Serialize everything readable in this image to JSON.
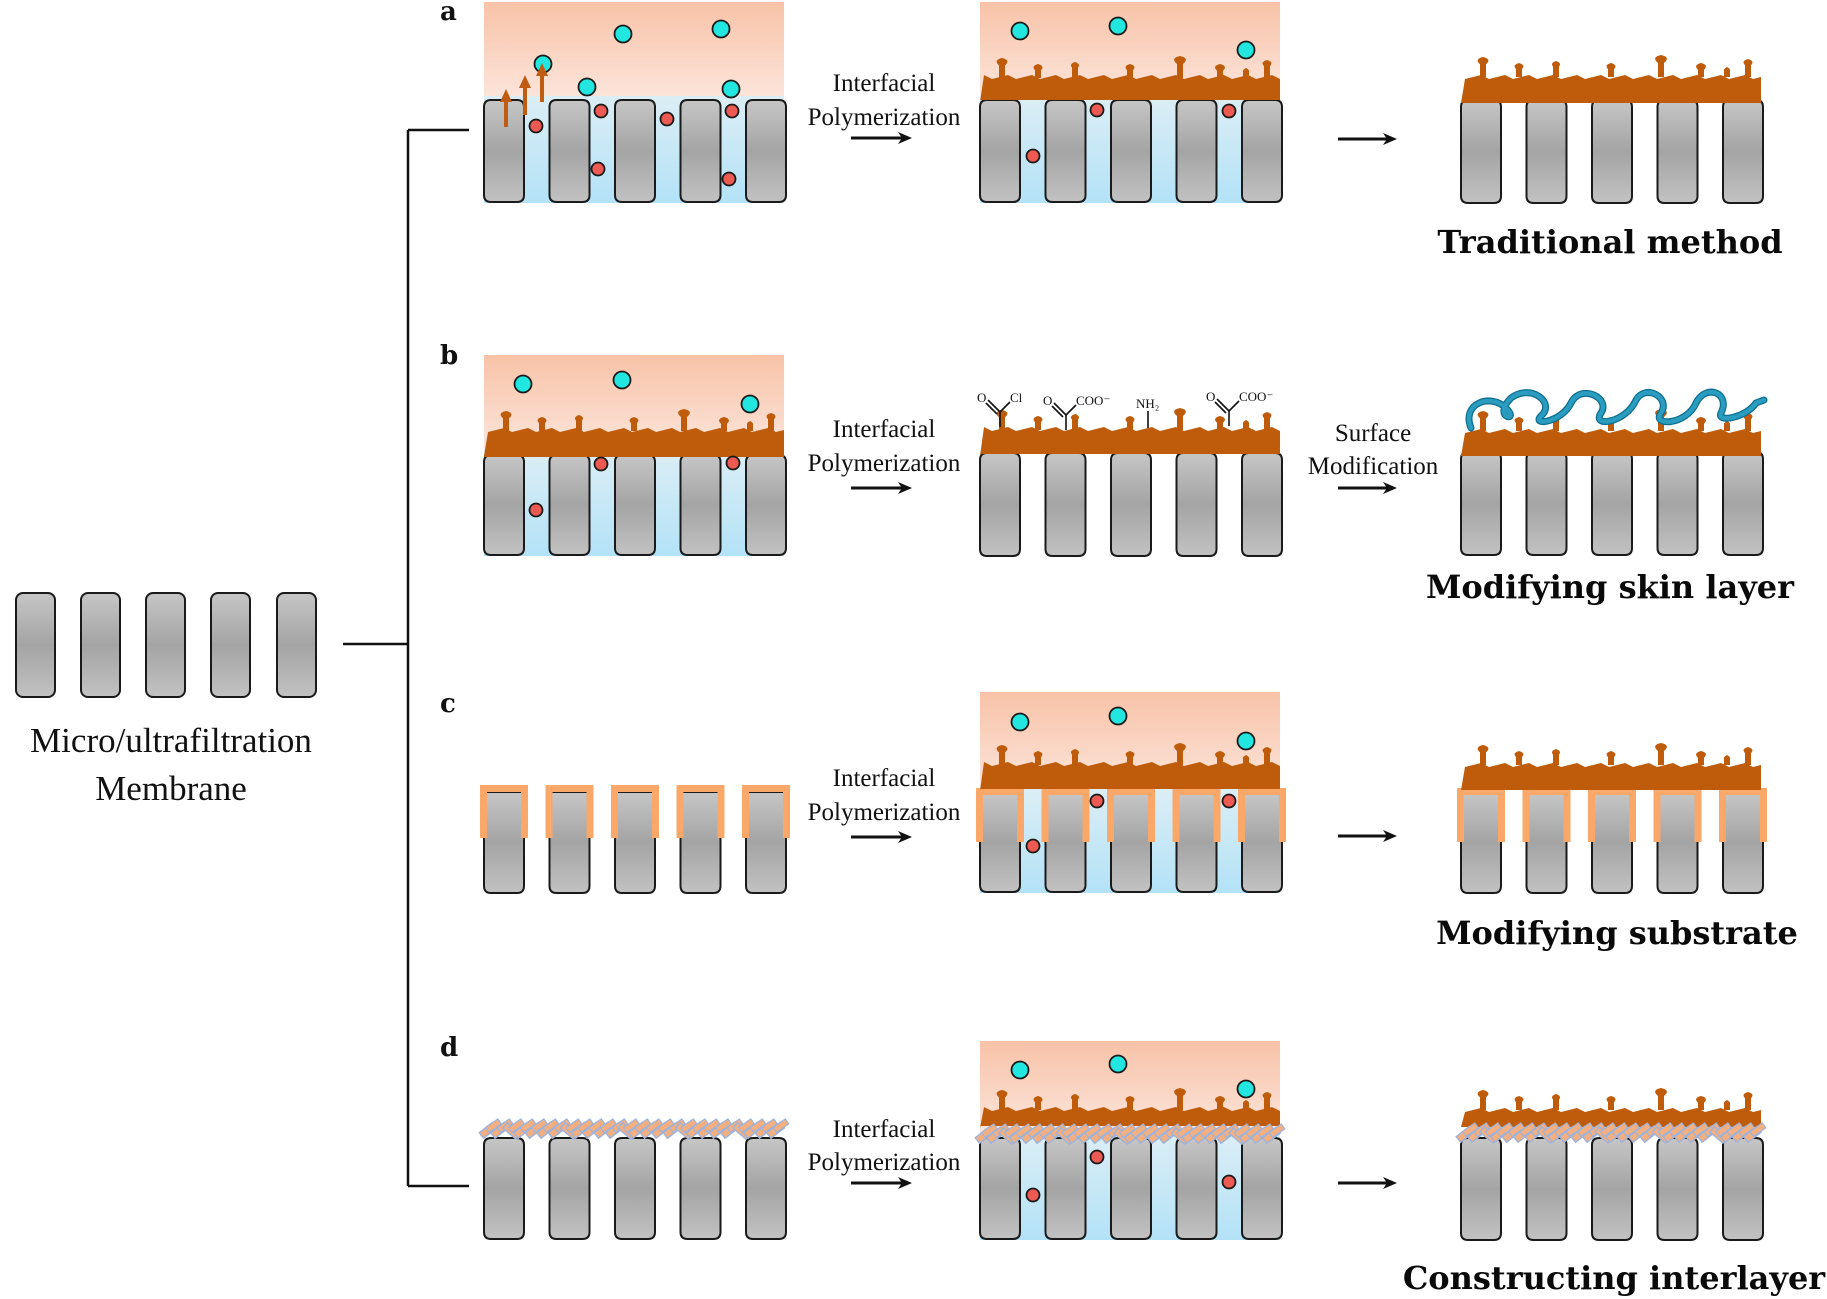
{
  "figure": {
    "source": {
      "label_line1": "Micro/ultrafiltration",
      "label_line2": "Membrane"
    },
    "step_labels": {
      "interfacial_line1": "Interfacial",
      "interfacial_line2": "Polymerization",
      "surface_line1": "Surface",
      "surface_line2": "Modification"
    },
    "panels": [
      {
        "id": "a",
        "letter": "a",
        "title": "Traditional method"
      },
      {
        "id": "b",
        "letter": "b",
        "title": "Modifying skin layer"
      },
      {
        "id": "c",
        "letter": "c",
        "title": "Modifying substrate"
      },
      {
        "id": "d",
        "letter": "d",
        "title": "Constructing interlayer"
      }
    ],
    "chemical_groups": [
      {
        "top": "Cl",
        "side": "O",
        "kind": "acyl-chloride"
      },
      {
        "top": "COO⁻",
        "side": "O",
        "kind": "carboxylate"
      },
      {
        "top": "NH₂",
        "side": "",
        "kind": "amine"
      },
      {
        "top": "COO⁻",
        "side": "O",
        "kind": "carboxylate"
      }
    ],
    "colors": {
      "organic_phase_top": "#F8C2A7",
      "organic_phase_bottom": "#FCE6DC",
      "aqueous_phase_top": "#D6ECF5",
      "aqueous_phase_bottom": "#B4E2F7",
      "polyamide": "#BE5C0B",
      "pillar_light": "#C4C4C4",
      "pillar_dark": "#A3A3A3",
      "trimesoyl_monomer": "#22E6E0",
      "amine_monomer": "#EC5A52",
      "substrate_coating": "#F9A86A",
      "interlayer_rod": "#F3AF80",
      "interlayer_outline": "#9EB3DA",
      "grafted_chain": "#2A9CC0",
      "diffusion_arrow": "#C05B12"
    }
  }
}
